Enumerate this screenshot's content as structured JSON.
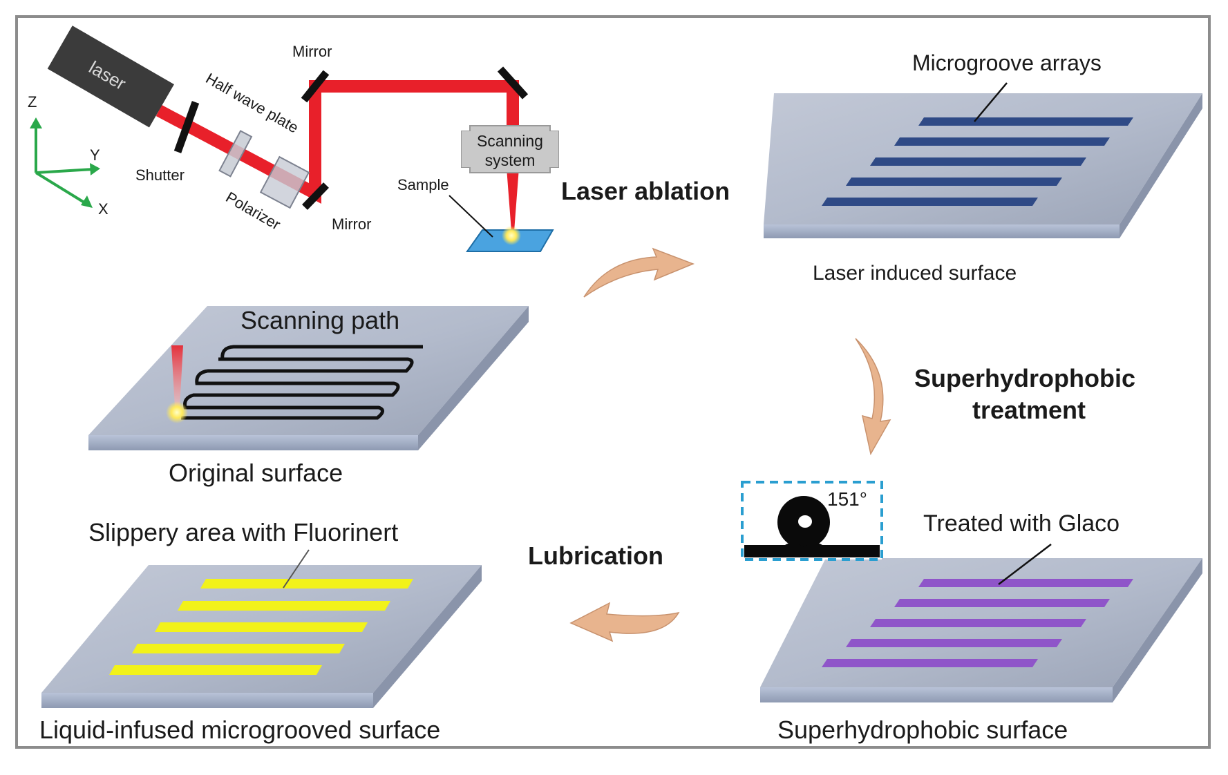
{
  "setup": {
    "laser": "laser",
    "half_wave_plate": "Half wave plate",
    "shutter": "Shutter",
    "polarizer": "Polarizer",
    "mirror_top": "Mirror",
    "mirror_bottom": "Mirror",
    "scanning_line1": "Scanning",
    "scanning_line2": "system",
    "sample": "Sample",
    "axis_z": "Z",
    "axis_y": "Y",
    "axis_x": "X"
  },
  "steps": {
    "laser_ablation": "Laser ablation",
    "superhydrophobic_line1": "Superhydrophobic",
    "superhydrophobic_line2": "treatment",
    "lubrication": "Lubrication"
  },
  "surfaces": {
    "original": {
      "path_label": "Scanning path",
      "caption": "Original surface"
    },
    "laser_induced": {
      "callout": "Microgroove arrays",
      "caption": "Laser induced surface"
    },
    "superhydrophobic": {
      "callout": "Treated with Glaco",
      "caption": "Superhydrophobic surface",
      "contact_angle": "151°"
    },
    "liquid_infused": {
      "callout": "Slippery area with Fluorinert",
      "caption": "Liquid-infused microgrooved surface"
    }
  },
  "colors": {
    "beam": "#e8202a",
    "groove_laser": "#2f4a86",
    "groove_glaco": "#8f55c9",
    "groove_fluorinert": "#f2f21a",
    "arrow": "#e8b48e",
    "frame": "#8c8c8c",
    "axis": "#2aa84a"
  }
}
